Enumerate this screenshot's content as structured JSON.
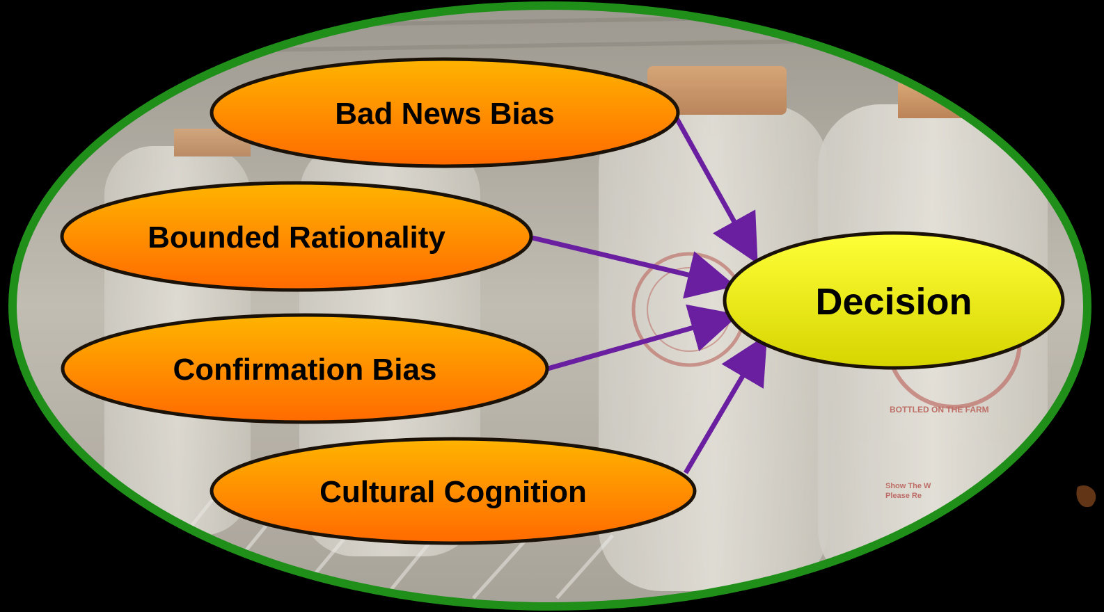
{
  "colors": {
    "background": "#000000",
    "frame": "#1f8f1a",
    "bias_fill_top": "#ffb000",
    "bias_fill_bottom": "#ff6a00",
    "decision_fill_top": "#ffff30",
    "decision_fill_bottom": "#d8d800",
    "arrow": "#6a1fa0"
  },
  "diagram": {
    "biases": [
      {
        "label": "Bad News Bias"
      },
      {
        "label": "Bounded Rationality"
      },
      {
        "label": "Confirmation Bias"
      },
      {
        "label": "Cultural Cognition"
      }
    ],
    "decision": {
      "label": "Decision"
    }
  },
  "background_photo": {
    "label_bottled": "BOTTLED ON THE FARM",
    "label_show": "Show The W",
    "label_please": "Please Re"
  }
}
